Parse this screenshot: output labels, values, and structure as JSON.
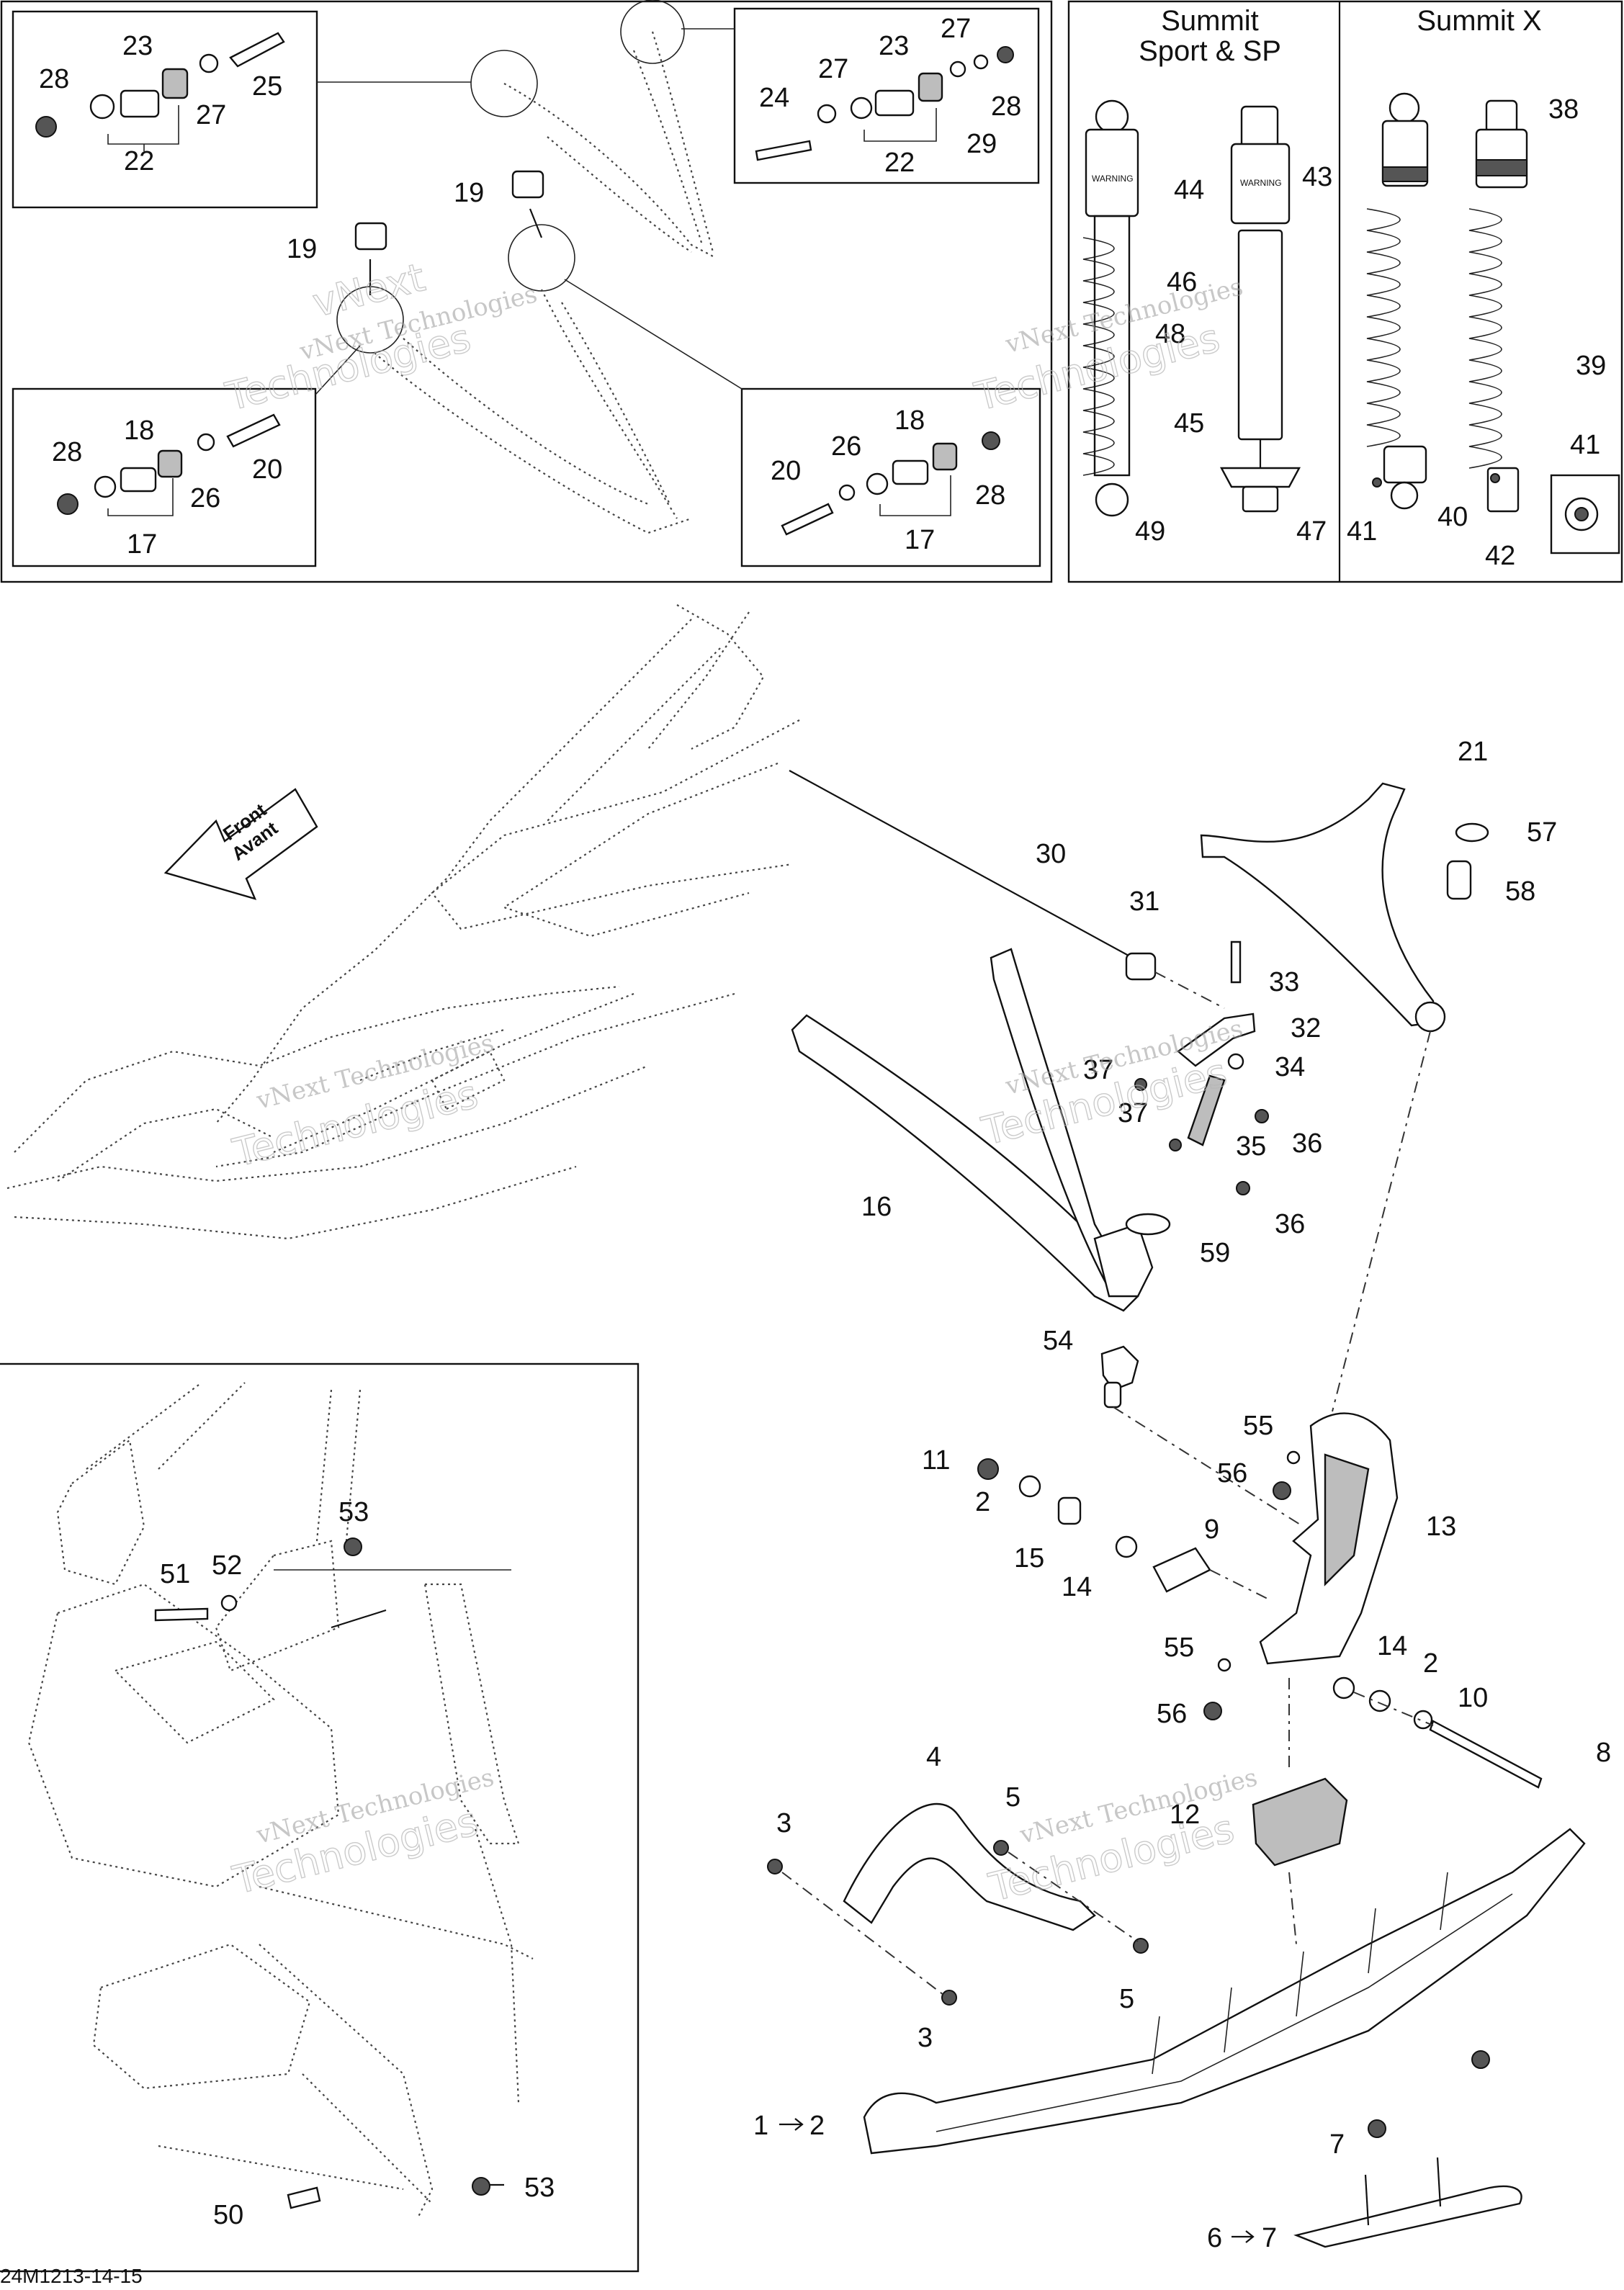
{
  "headings": {
    "summit_sport_line1": "Summit",
    "summit_sport_line2": "Sport & SP",
    "summit_x": "Summit X"
  },
  "front_label": {
    "line1": "Front",
    "line2": "Avant"
  },
  "warning_label": "WARNING",
  "watermark": {
    "company": "vNext Technologies",
    "word1": "vNext",
    "word2": "Technologies"
  },
  "drawing_code": "24M1213-14-15",
  "callouts": {
    "c1": "1",
    "c2": "2",
    "c2b": "2",
    "c2c": "2",
    "c3a": "3",
    "c3b": "3",
    "c4": "4",
    "c5a": "5",
    "c5b": "5",
    "c6": "6",
    "c7a": "7",
    "c7b": "7",
    "c8": "8",
    "c9": "9",
    "c10": "10",
    "c11": "11",
    "c12": "12",
    "c13": "13",
    "c14a": "14",
    "c14b": "14",
    "c15": "15",
    "c16": "16",
    "c17a": "17",
    "c17b": "17",
    "c18a": "18",
    "c18b": "18",
    "c19a": "19",
    "c19b": "19",
    "c20a": "20",
    "c20b": "20",
    "c21": "21",
    "c22a": "22",
    "c22b": "22",
    "c23a": "23",
    "c23b": "23",
    "c24": "24",
    "c25": "25",
    "c26a": "26",
    "c26b": "26",
    "c27a": "27",
    "c27b": "27",
    "c27c": "27",
    "c28a": "28",
    "c28b": "28",
    "c28c": "28",
    "c28d": "28",
    "c29": "29",
    "c30": "30",
    "c31": "31",
    "c32": "32",
    "c33": "33",
    "c34": "34",
    "c35": "35",
    "c36a": "36",
    "c36b": "36",
    "c37a": "37",
    "c37b": "37",
    "c38": "38",
    "c39": "39",
    "c40": "40",
    "c41a": "41",
    "c41b": "41",
    "c42": "42",
    "c43": "43",
    "c44": "44",
    "c45": "45",
    "c46": "46",
    "c47": "47",
    "c48": "48",
    "c49": "49",
    "c50": "50",
    "c51": "51",
    "c52": "52",
    "c53a": "53",
    "c53b": "53",
    "c54": "54",
    "c55a": "55",
    "c55b": "55",
    "c56a": "56",
    "c56b": "56",
    "c57": "57",
    "c58": "58",
    "c59": "59"
  }
}
